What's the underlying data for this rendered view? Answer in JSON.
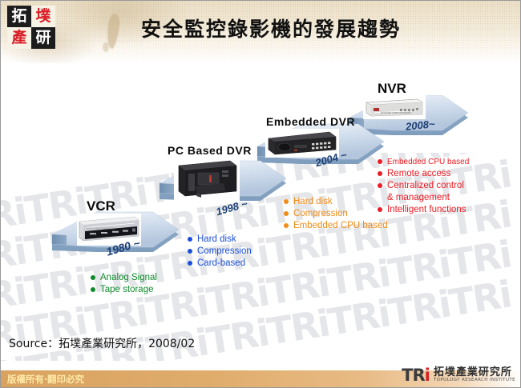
{
  "slide": {
    "title": "安全監控錄影機的發展趨勢",
    "logo_top_left": {
      "chars": [
        "拓",
        "墣",
        "產",
        "研"
      ],
      "accent_red": "#d81f26",
      "dark": "#1c1c1c"
    },
    "watermark_text": "TRiTRiTRiTRiTRiTRiTRiTRiTRi"
  },
  "stages": [
    {
      "name": "VCR",
      "label": "VCR",
      "year": "1980 ~",
      "device_icon": "vcr-device-icon",
      "bullet_color": "#0f8a2b",
      "bullets": [
        "Analog Signal",
        "Tape storage"
      ]
    },
    {
      "name": "PC Based DVR",
      "label": "PC Based DVR",
      "year": "1998 ~",
      "device_icon": "pc-tower-device-icon",
      "bullet_color": "#1b4fd8",
      "bullets": [
        "Hard disk",
        "Compression",
        "Card-based"
      ]
    },
    {
      "name": "Embedded DVR",
      "label": "Embedded DVR",
      "year": "2004 ~",
      "device_icon": "embedded-dvr-device-icon",
      "bullet_color": "#f28c18",
      "bullets": [
        "Hard disk",
        "Compression",
        "Embedded CPU based"
      ]
    },
    {
      "name": "NVR",
      "label": "NVR",
      "year": "2008~",
      "device_icon": "nvr-device-icon",
      "bullet_color": "#ec1c24",
      "bullets": [
        "Embedded CPU based",
        "Remote access",
        "Centralized control",
        "& management",
        "Intelligent functions"
      ]
    }
  ],
  "source": "Source：拓墣產業研究所，2008/02",
  "footer": {
    "copyright": "版權所有‧翻印必究",
    "logo_mark": "TRi",
    "logo_cn": "拓墣產業研究所",
    "logo_en": "TOPOLOGY RESEARCH INSTITUTE"
  }
}
